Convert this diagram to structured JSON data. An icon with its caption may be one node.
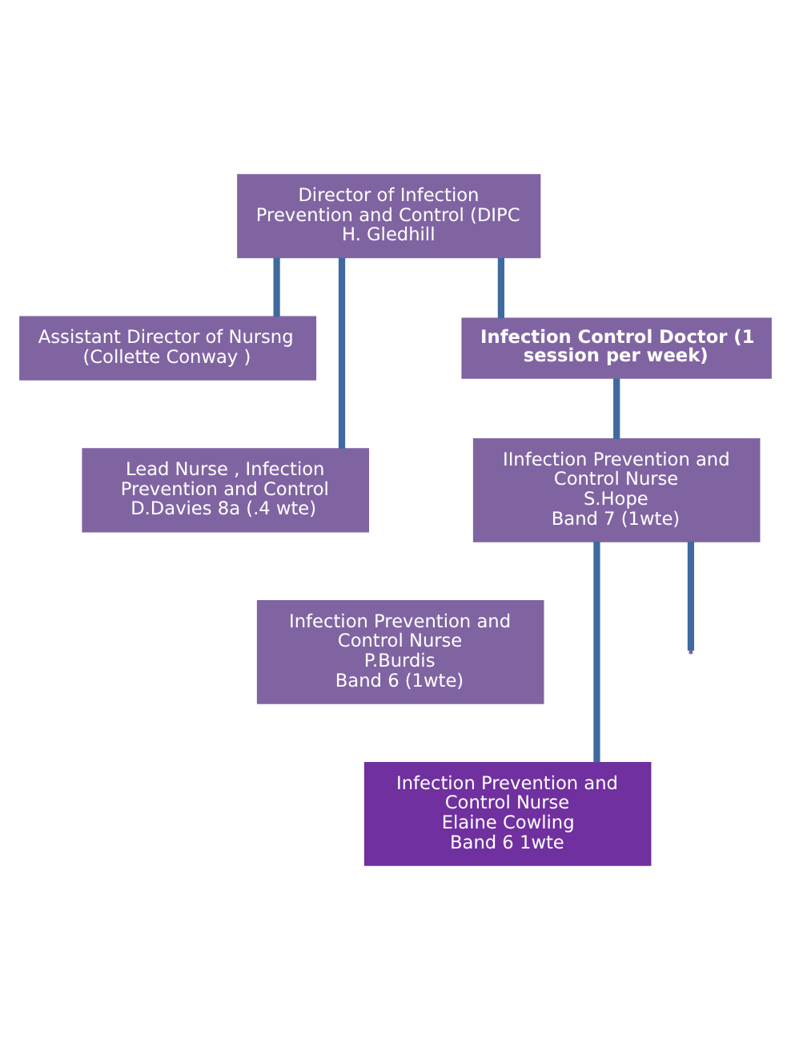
{
  "diagram": {
    "nodes": [
      {
        "text": [
          "Director of Infection Prevention and Control (DIPC",
          "H. Gledhill"
        ]
      },
      {
        "text": [
          "Assistant Director of Nursng (Collette Conway )"
        ]
      },
      {
        "text": [
          "Lead Nurse , Infection Prevention and Control",
          "D.Davies 8a (.4 wte)"
        ]
      },
      {
        "text": [
          "Infection Control Doctor (1 session per week)"
        ]
      },
      {
        "text": [
          "IInfection Prevention and Control Nurse",
          "S.Hope",
          "Band 7 (1wte)"
        ]
      },
      {
        "text": [
          "Infection Prevention and Control Nurse",
          "P.Burdis",
          "Band 6 (1wte)"
        ]
      },
      {
        "text": [
          "Infection Prevention and Control Nurse",
          "Elaine Cowling",
          "Band 6 1wte"
        ]
      }
    ],
    "edges": [
      {
        "from": 0,
        "to": 1,
        "arrow": "none"
      },
      {
        "from": 0,
        "to": 2,
        "arrow": "none"
      },
      {
        "from": 0,
        "to": 3,
        "arrow": "none"
      },
      {
        "from": 3,
        "to": 4,
        "arrow": "none"
      },
      {
        "from": 4,
        "to": 6,
        "arrow": "none"
      },
      {
        "from": 4,
        "to": null,
        "arrow": "none"
      }
    ]
  }
}
